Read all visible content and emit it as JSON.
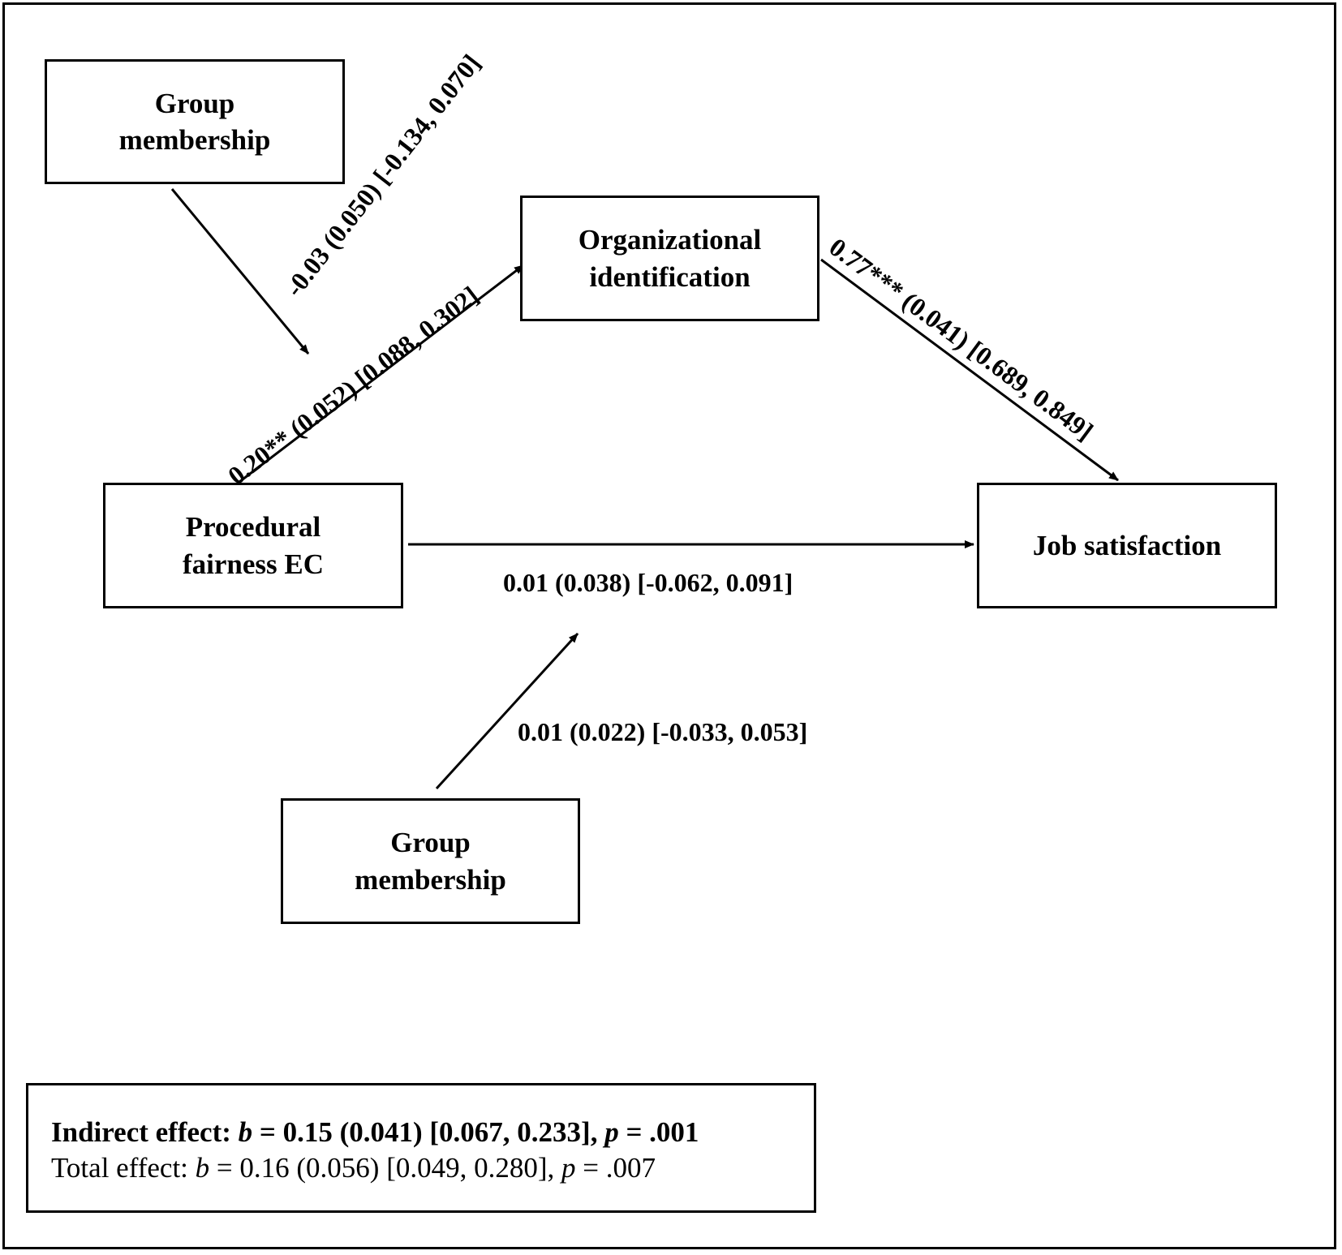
{
  "nodes": {
    "group_membership_top": [
      "Group",
      "membership"
    ],
    "organizational_identification": [
      "Organizational",
      "identification"
    ],
    "procedural_fairness": [
      "Procedural",
      "fairness EC"
    ],
    "job_satisfaction": [
      "Job satisfaction"
    ],
    "group_membership_bottom": [
      "Group",
      "membership"
    ]
  },
  "edges": {
    "moderation_a_path": "-0.03 (0.050) [-0.134, 0.070]",
    "a_path": "0.20** (0.052) [0.088, 0.302]",
    "b_path": "0.77*** (0.041) [0.689, 0.849]",
    "c_prime_path": "0.01 (0.038) [-0.062, 0.091]",
    "moderation_c_path": "0.01 (0.022) [-0.033, 0.053]"
  },
  "effects": {
    "indirect": {
      "label": "Indirect effect: ",
      "b": "b",
      "b_value": " = 0.15 (0.041) [0.067, 0.233], ",
      "p": "p",
      "p_value": " = .001"
    },
    "total": {
      "label": "Total effect: ",
      "b": "b",
      "b_value": " = 0.16 (0.056) [0.049, 0.280], ",
      "p": "p",
      "p_value": " = .007"
    }
  }
}
